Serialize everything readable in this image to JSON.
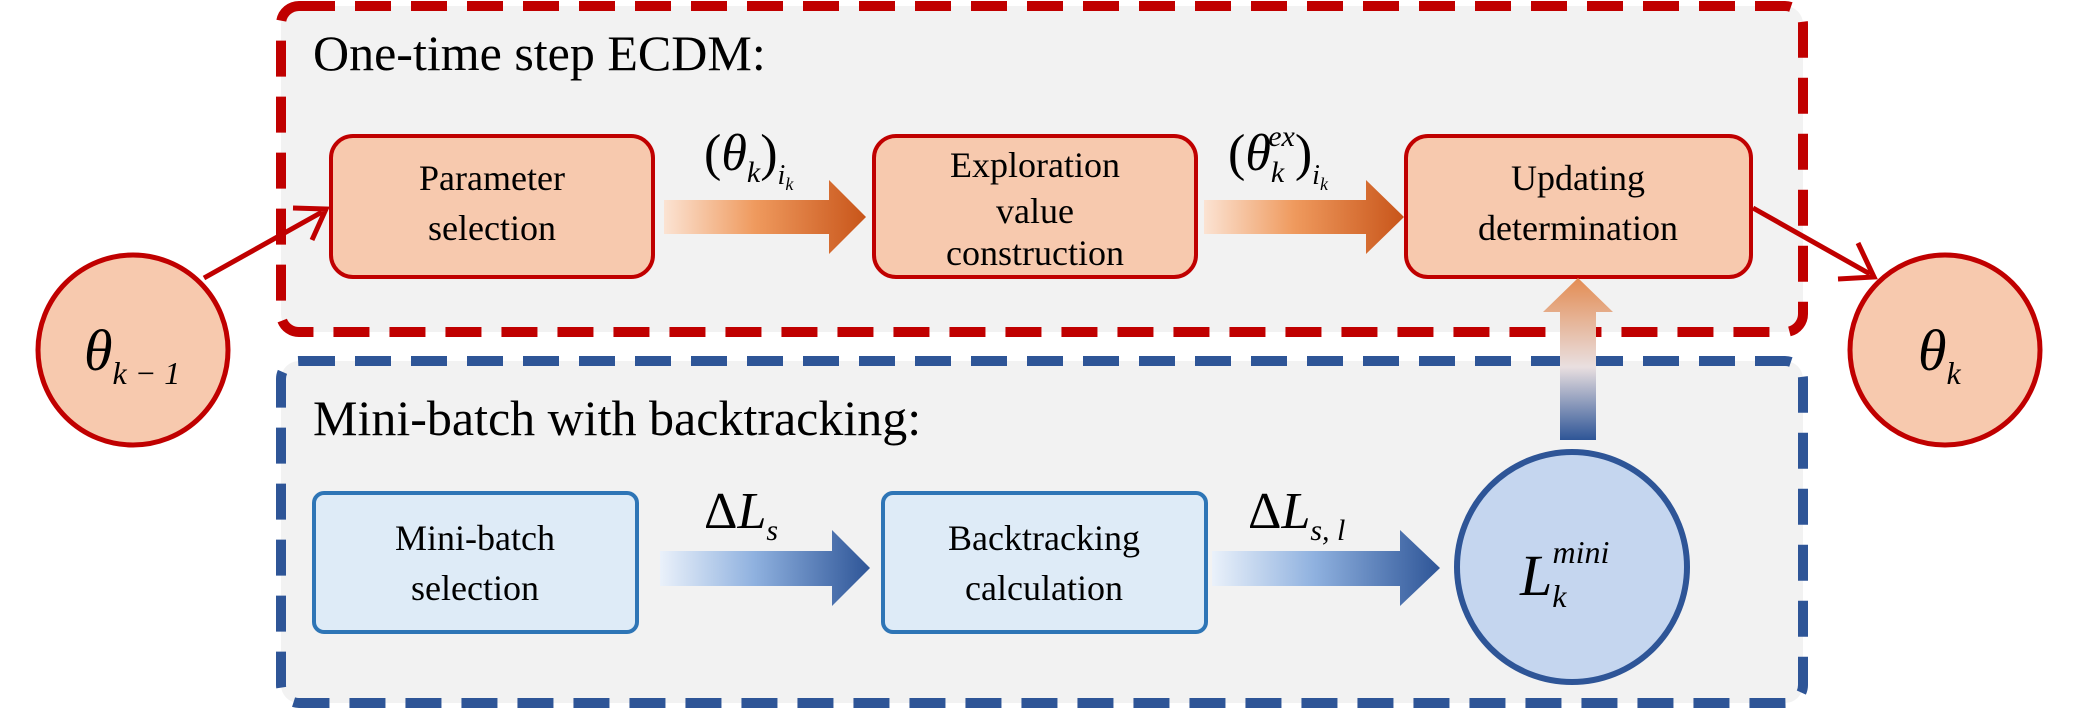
{
  "colors": {
    "red": "#C00000",
    "red_fill": "#F7C9AE",
    "panel_fill": "#F2F2F2",
    "blue": "#2E5597",
    "blue_box_stroke": "#2E75B6",
    "blue_fill": "#DEEBF7",
    "blue_circle_fill": "#C5D6EF",
    "orange_arrow": "#D45F16",
    "blue_arrow": "#2E5597"
  },
  "top_panel": {
    "caption": "One-time step ECDM:",
    "boxes": [
      {
        "lines": [
          "Parameter",
          "selection"
        ]
      },
      {
        "lines": [
          "Exploration",
          "value",
          "construction"
        ]
      },
      {
        "lines": [
          "Updating",
          "determination"
        ]
      }
    ],
    "arrow_labels": [
      {
        "lparen": "(",
        "base": "θ",
        "base_sub": "k",
        "rparen": ")",
        "sub": "i",
        "subsub": "k"
      },
      {
        "lparen": "(",
        "base": "θ",
        "base_sub": "k",
        "base_sup": "ex",
        "rparen": ")",
        "sub": "i",
        "subsub": "k"
      }
    ]
  },
  "bottom_panel": {
    "caption": "Mini-batch with backtracking:",
    "boxes": [
      {
        "lines": [
          "Mini-batch",
          "selection"
        ]
      },
      {
        "lines": [
          "Backtracking",
          "calculation"
        ]
      }
    ],
    "arrow_labels": [
      {
        "delta": "Δ",
        "base": "L",
        "sub": "s"
      },
      {
        "delta": "Δ",
        "base": "L",
        "sub": "s, l"
      }
    ],
    "circle": {
      "base": "L",
      "sub": "k",
      "sup": "mini"
    }
  },
  "nodes": {
    "input": {
      "base": "θ",
      "sub": "k − 1"
    },
    "output": {
      "base": "θ",
      "sub": "k"
    }
  }
}
